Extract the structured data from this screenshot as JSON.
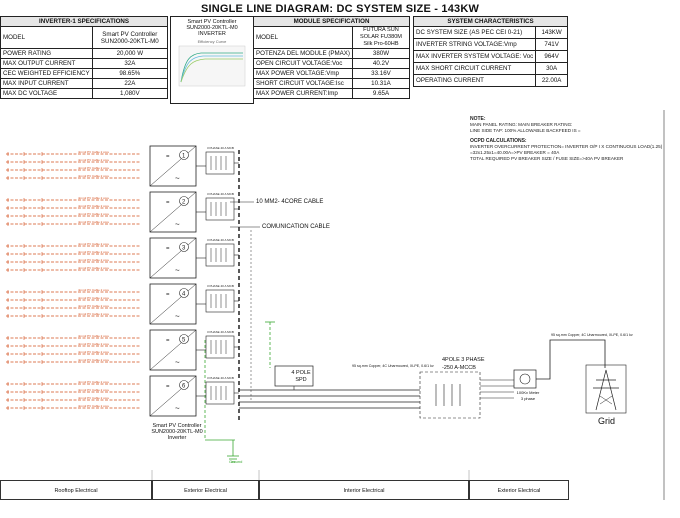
{
  "title": "SINGLE LINE DIAGRAM: DC SYSTEM SIZE - 143KW",
  "inverter_spec": {
    "header": "INVERTER-1 SPECIFICATIONS",
    "rows": [
      {
        "label": "MODEL",
        "value": "Smart PV Controller SUN2000-20KTL-M0"
      },
      {
        "label": "POWER RATING",
        "value": "20,000 W"
      },
      {
        "label": "MAX OUTPUT CURRENT",
        "value": "32A"
      },
      {
        "label": "CEC WEIGHTED EFFICIENCY",
        "value": "98.65%"
      },
      {
        "label": "MAX INPUT CURRENT",
        "value": "22A"
      },
      {
        "label": "MAX DC VOLTAGE",
        "value": "1,080V"
      }
    ]
  },
  "controller_box": {
    "line1": "Smart PV Controller",
    "line2": "SUN2000-20KTL-M0",
    "line3": "INVERTER",
    "chart_caption": "Efficiency Curve"
  },
  "module_spec": {
    "header": "MODULE SPECIFICATION",
    "rows": [
      {
        "label": "MODEL",
        "value": "FUTURA SUN SOLAR FU380M Silk Pro-60HB"
      },
      {
        "label": "POTENZA DEL MODULE (PMAX)",
        "value": "380W"
      },
      {
        "label": "OPEN CIRCUIT VOLTAGE:Voc",
        "value": "40.2V"
      },
      {
        "label": "MAX POWER VOLTAGE:Vmp",
        "value": "33.16V"
      },
      {
        "label": "SHORT CIRCUIT VOLTAGE:Isc",
        "value": "10.31A"
      },
      {
        "label": "MAX POWER CURRENT:Imp",
        "value": "9.65A"
      }
    ]
  },
  "system_char": {
    "header": "SYSTEM CHARACTERISTICS",
    "rows": [
      {
        "label": "DC SYSTEM SIZE (AS PEC CEI 0-21)",
        "value": "143KW"
      },
      {
        "label": "INVERTER STRING VOLTAGE:Vmp",
        "value": "741V"
      },
      {
        "label": "MAX INVERTER SYSTEM VOLTAGE: Voc",
        "value": "964V"
      },
      {
        "label": "MAX SHORT CIRCUIT CURRENT",
        "value": "30A"
      },
      {
        "label": "OPERATING CURRENT",
        "value": "22.00A"
      }
    ]
  },
  "notes": {
    "heading": "NOTE:",
    "line1": "MAIN PANEL RATING: MAIN BREAKER RATING:",
    "line2": "LINE SIDE TAP: 100% ALLOWABLE BACKFEED IS =",
    "ocpd_heading": "OCPD CALCULATIONS:",
    "line3": "INVERTER OVERCURRENT PROTECTION= INVERTER O/P I X CONTINUOUS LOAD(1.25)",
    "line4": "=32x1.25x1=40.00A=>PV BREAKER = 40A",
    "line5": "TOTAL REQUIRED PV BREAKER SIZE / FUSE SIZE=>40A PV BREAKER"
  },
  "inverters": [
    {
      "number": "1",
      "breaker": "3 PHASE 40 A MCB"
    },
    {
      "number": "2",
      "breaker": "3 PHASE 40 A MCB"
    },
    {
      "number": "3",
      "breaker": "3 PHASE 40 A MCB"
    },
    {
      "number": "4",
      "breaker": "3 PHASE 40 A MCB"
    },
    {
      "number": "5",
      "breaker": "3 PHASE 40 A MCB"
    },
    {
      "number": "6",
      "breaker": "3 PHASE 40 A MCB"
    }
  ],
  "string_cable_label": "4mm2 PV Cable 2 core",
  "labels": {
    "cable_10mm": "10 MM2- 4CORE CABLE",
    "comm_cable": "COMUNICATION CABLE",
    "inverter_model_1": "Smart PV Controller",
    "inverter_model_2": "SUN2000-20KTL-M0",
    "inverter_model_3": "Inverter",
    "spd_1": "4 POLE",
    "spd_2": "SPD",
    "mccb_1": "4POLE 3 PHASE",
    "mccb_2": "-250 A-MCCB",
    "feeder_cable_1": "95 sq.mm Copper, 4C Unarmoured, XLPE, 0.6/1 kv",
    "feeder_cable_2": "95 sq.mm Copper, 4C Unarmoured, XLPE, 0.6/1 kv",
    "meter_1": "100Kv Meter",
    "meter_2": "3 phase",
    "grid": "Grid",
    "ground": "Ground"
  },
  "footer": [
    "Rooftop Electrical",
    "Exterior Electrical",
    "Interior Electrical",
    "Exterior Electrical"
  ],
  "colors": {
    "string": "#d4501e",
    "dc_dash": "#c83a1a",
    "ground": "#3aa832",
    "line": "#222222"
  }
}
